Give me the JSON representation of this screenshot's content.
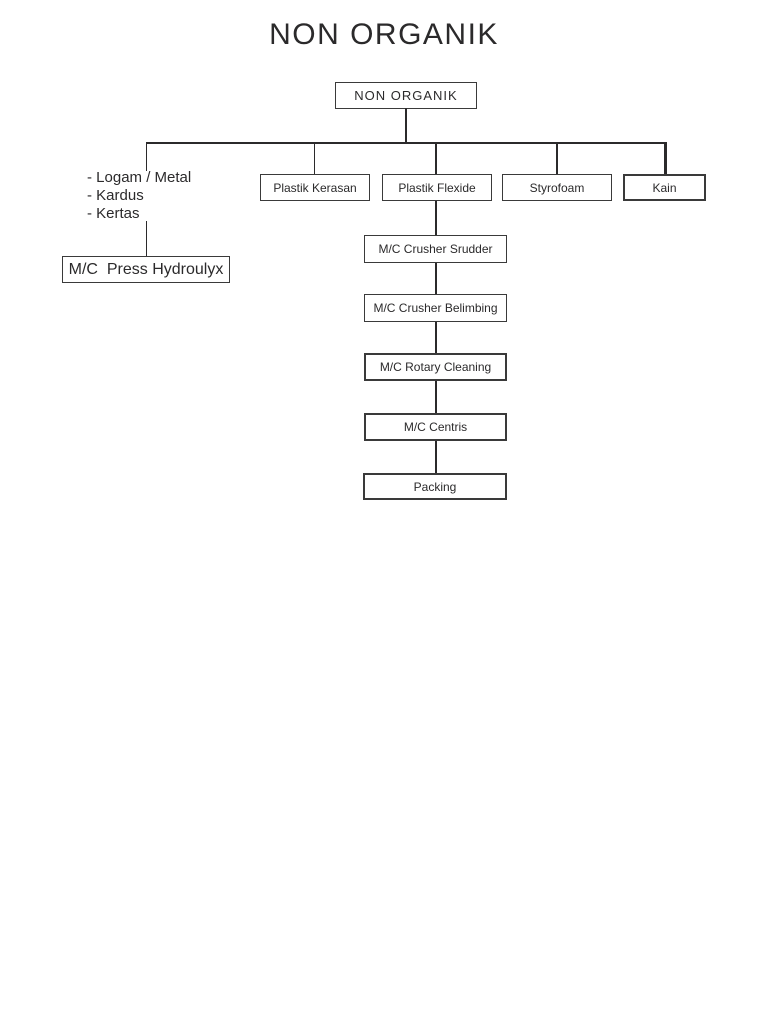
{
  "title": "NON ORGANIK",
  "colors": {
    "background": "#ffffff",
    "line": "#2b2a2b",
    "text": "#2b2a2b",
    "box_border": "#3a3a3a"
  },
  "diagram": {
    "root_label": "NON ORGANIK",
    "left_branch": {
      "items": [
        "- Logam / Metal",
        "- Kardus",
        "- Kertas"
      ],
      "machine_label": "M/C  Press Hydroulyx"
    },
    "category_boxes": [
      "Plastik Kerasan",
      "Plastik Flexide",
      "Styrofoam",
      "Kain"
    ],
    "process_chain": [
      "M/C Crusher Srudder",
      "M/C Crusher Belimbing",
      "M/C Rotary Cleaning",
      "M/C Centris",
      "Packing"
    ]
  }
}
